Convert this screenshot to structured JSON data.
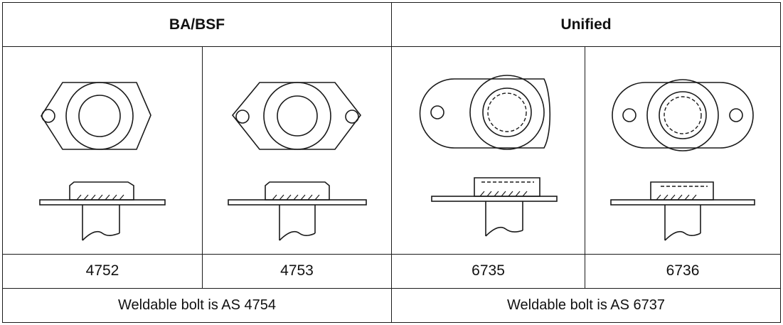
{
  "headers": {
    "left": "BA/BSF",
    "right": "Unified"
  },
  "parts": [
    {
      "number": "4752",
      "drawing": "two-lug-oval-plate-nut-icon"
    },
    {
      "number": "4753",
      "drawing": "two-lug-diamond-plate-nut-icon"
    },
    {
      "number": "6735",
      "drawing": "one-lug-floating-nut-icon"
    },
    {
      "number": "6736",
      "drawing": "two-lug-floating-nut-icon"
    }
  ],
  "notes": {
    "left": "Weldable bolt is AS 4754",
    "right": "Weldable bolt is AS 6737"
  }
}
